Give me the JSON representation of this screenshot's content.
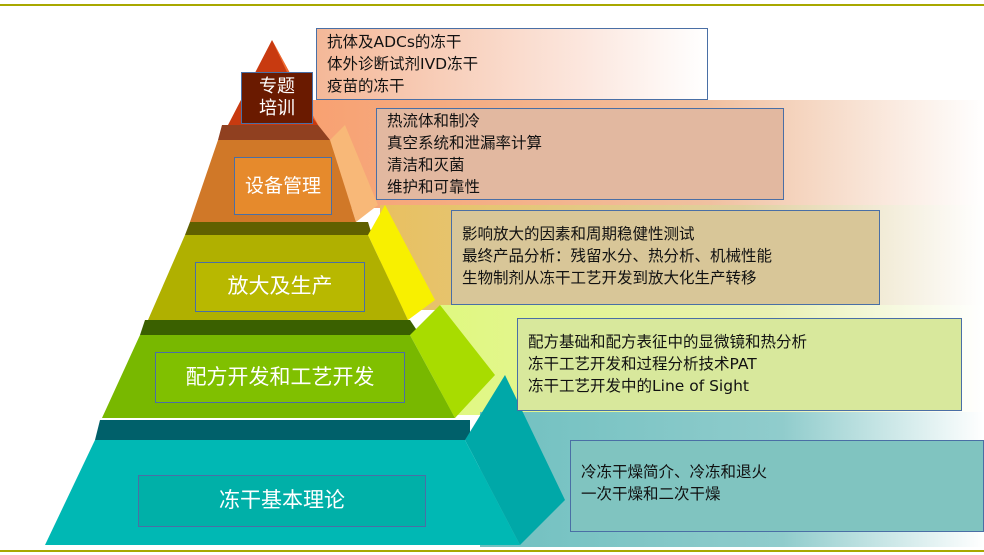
{
  "tiers": [
    {
      "label": "专题\n培训",
      "label_lines": [
        "专题",
        "培训"
      ],
      "color": "#c0300a",
      "items": [
        "抗体及ADCs的冻干",
        "体外诊断试剂IVD冻干",
        "疫苗的冻干"
      ]
    },
    {
      "label": "设备管理",
      "color": "#e8902c",
      "items": [
        "热流体和制冷",
        "真空系统和泄漏率计算",
        "清洁和灭菌",
        "维护和可靠性"
      ]
    },
    {
      "label": "放大及生产",
      "color": "#bcbc00",
      "items": [
        "影响放大的因素和周期稳健性测试",
        "最终产品分析：残留水分、热分析、机械性能",
        "生物制剂从冻干工艺开发到放大化生产转移"
      ]
    },
    {
      "label": "配方开发和工艺开发",
      "color": "#80c000",
      "items": [
        "配方基础和配方表征中的显微镜和热分析",
        "冻干工艺开发和过程分析技术PAT",
        "冻干工艺开发中的Line of Sight"
      ]
    },
    {
      "label": "冻干基本理论",
      "color": "#00b0aa",
      "items": [
        "冷冻干燥简介、冷冻和退火",
        "一次干燥和二次干燥"
      ]
    }
  ]
}
